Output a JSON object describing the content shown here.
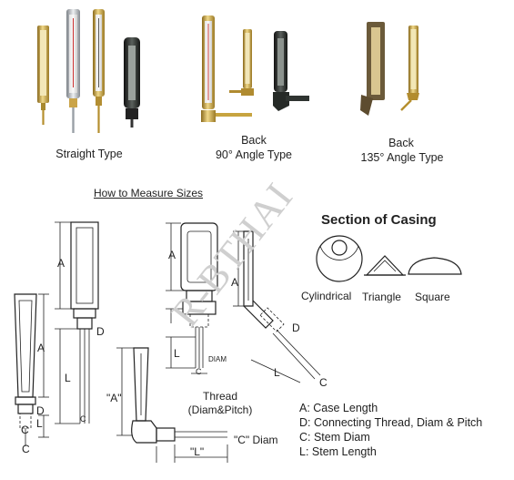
{
  "types": {
    "straight": "Straight Type",
    "angle90_line1": "Back",
    "angle90_line2": "90° Angle Type",
    "angle135_line1": "Back",
    "angle135_line2": "135° Angle Type"
  },
  "measure_title": "How to Measure Sizes",
  "section_title": "Section of Casing",
  "casing": {
    "cylindrical": "Cylindrical",
    "triangle": "Triangle",
    "square": "Square"
  },
  "dims": {
    "A": "A",
    "D": "D",
    "C": "C",
    "L": "L",
    "A_quoted": "\"A\"",
    "L_quoted": "\"L\"",
    "C_diam": "\"C\" Diam",
    "diam": "DIAM"
  },
  "thread_label_line1": "Thread",
  "thread_label_line2": "(Diam&Pitch)",
  "legend": [
    "A:  Case Length",
    "D:  Connecting Thread, Diam & Pitch",
    "C:  Stem Diam",
    "L:  Stem Length"
  ],
  "watermark": "R-BTHAI",
  "colors": {
    "brass": "#c9a646",
    "steel": "#b9bec4",
    "dark": "#2a2f2c"
  }
}
